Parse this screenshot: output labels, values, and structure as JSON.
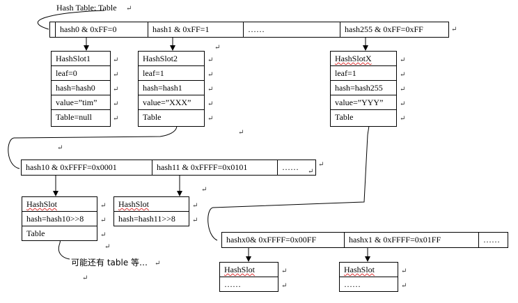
{
  "title": "Hash Table: Table",
  "level1": {
    "cells": [
      "hash0 & 0xFF=0",
      "hash1 & 0xFF=1",
      "……",
      "hash255 & 0xFF=0xFF"
    ]
  },
  "slots1": [
    {
      "header": "HashSlot1",
      "rows": [
        "leaf=0",
        "hash=hash0",
        "value=”tim”",
        "Table=null"
      ]
    },
    {
      "header": "HashSlot2",
      "rows": [
        "leaf=1",
        "hash=hash1",
        "value=”XXX”",
        "Table"
      ]
    },
    {
      "header": "HashSlotX",
      "rows": [
        "leaf=1",
        "hash=hash255",
        "value=”YYY”",
        "Table"
      ]
    }
  ],
  "level2a": {
    "cells": [
      "hash10 & 0xFFFF=0x0001",
      "hash11 & 0xFFFF=0x0101",
      "……"
    ]
  },
  "slots2": [
    {
      "header": "HashSlot",
      "rows": [
        "hash=hash10>>8",
        "Table"
      ]
    },
    {
      "header": "HashSlot",
      "rows": [
        "hash=hash11>>8"
      ]
    }
  ],
  "note": "可能还有 table 等…",
  "level2b": {
    "cells": [
      "hashx0& 0xFFFF=0x00FF",
      "hashx1 & 0xFFFF=0x01FF",
      "……"
    ]
  },
  "slots3": [
    {
      "header": "HashSlot",
      "rows": [
        "……"
      ]
    },
    {
      "header": "HashSlot",
      "rows": [
        "……"
      ]
    }
  ]
}
